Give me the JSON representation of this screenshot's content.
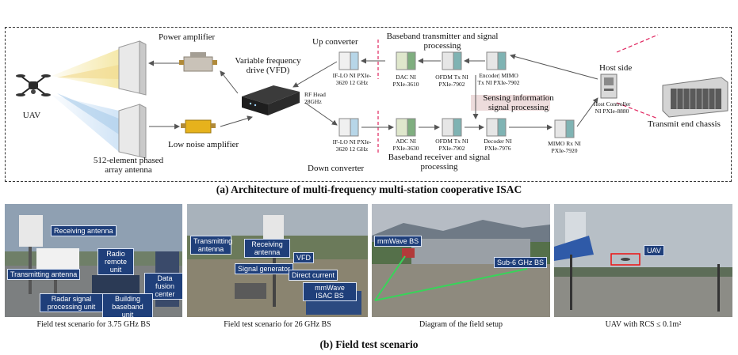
{
  "diagram": {
    "uav_label": "UAV",
    "power_amplifier": "Power amplifier",
    "low_noise_amplifier": "Low noise amplifier",
    "antenna_label": "512-element phased array antenna",
    "vfd_label": "Variable frequency drive (VFD)",
    "rf_head_label": "RF Head 28GHz",
    "up_converter": "Up converter",
    "down_converter": "Down converter",
    "iflo_top": "IF-LO NI PXIe-3620 12 GHz",
    "iflo_bottom": "IF-LO NI PXIe-3620 12 GHz",
    "baseband_tx_title": "Baseband transmitter and signal processing",
    "baseband_rx_title": "Baseband receiver and signal processing",
    "dac": "DAC NI PXIe-3610",
    "ofdm_tx_top": "OFDM Tx NI PXIe-7902",
    "encoder": "Encoder| MIMO Tx NI PXIe-7902",
    "adc": "ADC NI PXIe-3630",
    "ofdm_tx_bottom": "OFDM Tx NI PXIe-7902",
    "decoder": "Decoder NI PXIe-7976",
    "mimo_rx": "MIMO Rx NI PXIe-7920",
    "sensing_title": "Sensing information signal processing",
    "host_side": "Host side",
    "host_controller": "Host Controller NI PXIe-8880",
    "chassis_label": "Transmit end chassis",
    "caption_a": "(a) Architecture of multi-frequency multi-station cooperative ISAC"
  },
  "photos": {
    "p1": {
      "caption": "Field test scenario for 3.75 GHz BS",
      "tags": [
        "Receiving antenna",
        "Radio remote unit",
        "Transmitting antenna",
        "Data fusion center",
        "Radar signal processing unit",
        "Building baseband unit"
      ]
    },
    "p2": {
      "caption": "Field test scenario for 26 GHz BS",
      "tags": [
        "Transmitting antenna",
        "Receiving antenna",
        "VFD",
        "Signal generator",
        "Direct current",
        "mmWave ISAC BS"
      ]
    },
    "p3": {
      "caption": "Diagram of the field setup",
      "tags": [
        "mmWave BS",
        "Sub-6 GHz BS"
      ]
    },
    "p4": {
      "caption": "UAV with RCS ≤ 0.1m²",
      "tags": [
        "UAV"
      ]
    }
  },
  "caption_b": "(b) Field test scenario",
  "colors": {
    "tag_bg": "#1f3f7a",
    "divider": "#e0245e",
    "sensing_box": "#e8d3d3"
  }
}
